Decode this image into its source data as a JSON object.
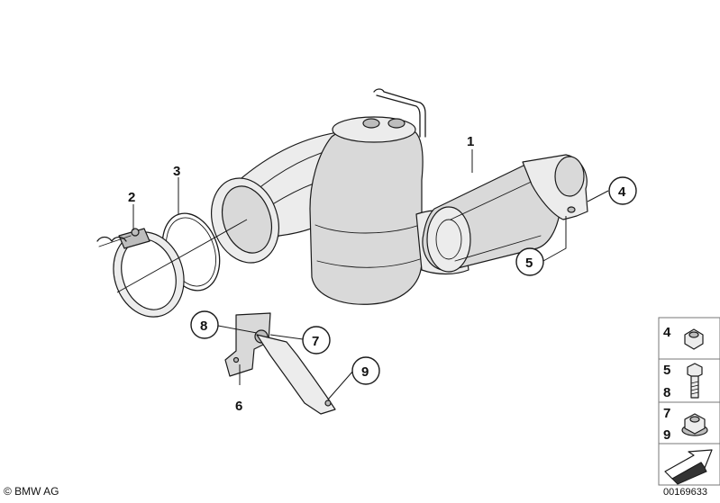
{
  "parts": {
    "p1": "1",
    "p2": "2",
    "p3": "3",
    "p4": "4",
    "p5": "5",
    "p6": "6",
    "p7": "7",
    "p8": "8",
    "p9": "9"
  },
  "side_legend": [
    {
      "labels": [
        "4"
      ],
      "icon": "hex-nut-icon"
    },
    {
      "labels": [
        "5",
        "8"
      ],
      "icon": "hex-bolt-icon"
    },
    {
      "labels": [
        "7",
        "9"
      ],
      "icon": "flange-nut-icon"
    }
  ],
  "footer": {
    "copyright": "© BMW AG",
    "doc_number": "00169633"
  }
}
